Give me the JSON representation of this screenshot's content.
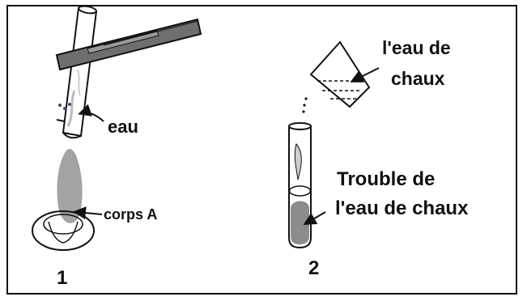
{
  "labels": {
    "water": "eau",
    "body": "corps A",
    "experiment_1": "1",
    "limewater_line1": "l'eau de",
    "limewater_line2": "chaux",
    "turbid_line1": "Trouble de",
    "turbid_line2": "l'eau de chaux",
    "experiment_2": "2"
  },
  "colors": {
    "outline": "#111111",
    "clamp": "#6f6f6f",
    "flame": "#a3a3a3",
    "precipitate": "#8c8c8c",
    "background": "#ffffff"
  }
}
